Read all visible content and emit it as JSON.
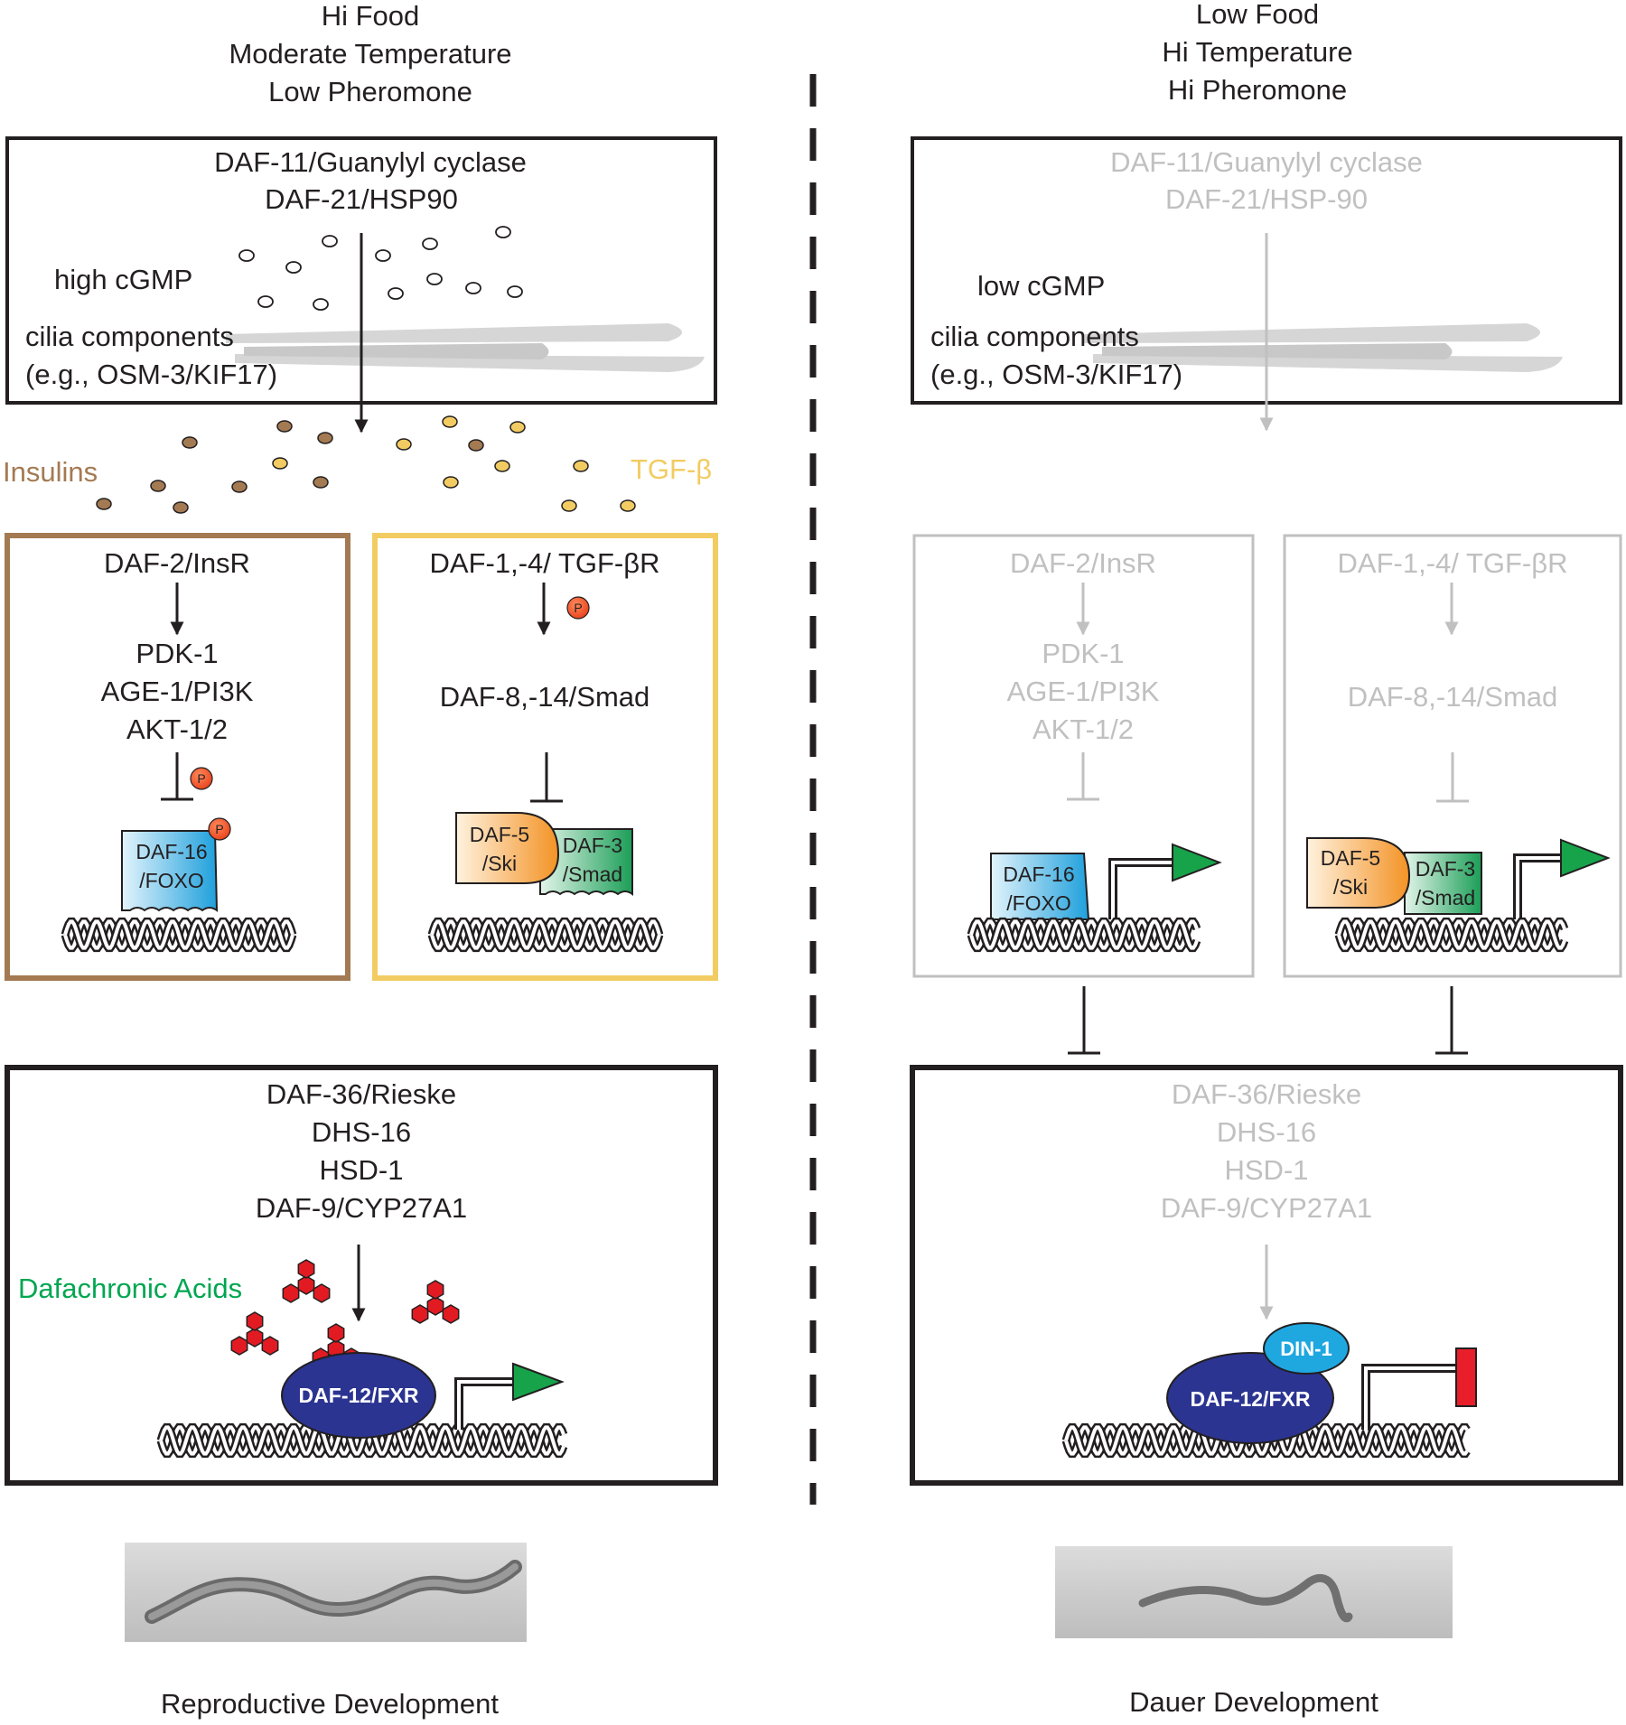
{
  "colors": {
    "black": "#231f20",
    "gray": "#c0c0c0",
    "insulin_brown": "#a47a52",
    "tgf_yellow": "#f2cc62",
    "dafa_green": "#00a651",
    "phospho_red": "#ef4a23",
    "foxo_blue": "#22a9e1",
    "ski_orange": "#f7941d",
    "smad_green": "#1b9e57",
    "fxr_navy": "#2b3491",
    "din_blue": "#1fa7e0",
    "arrow_green": "#17a34a",
    "repressor_red": "#e81f2a"
  },
  "left": {
    "conditions": [
      "Hi Food",
      "Moderate Temperature",
      "Low Pheromone"
    ],
    "sensory": {
      "line1": "DAF-11/Guanylyl cyclase",
      "line2": "DAF-21/HSP90",
      "cgmp": "high cGMP",
      "cilia1": "cilia  components",
      "cilia2": "(e.g., OSM-3/KIF17)"
    },
    "insulins_label": "Insulins",
    "tgf_label": "TGF-β",
    "insulin_box": {
      "receptor": "DAF-2/InsR",
      "kinases": [
        "PDK-1",
        "AGE-1/PI3K",
        "AKT-1/2"
      ],
      "p": "P",
      "tf1": "DAF-16",
      "tf2": "/FOXO"
    },
    "tgf_box": {
      "receptor": "DAF-1,-4/ TGF-βR",
      "p": "P",
      "smad": "DAF-8,-14/Smad",
      "ski1": "DAF-5",
      "ski2": "/Ski",
      "smad3a": "DAF-3",
      "smad3b": "/Smad"
    },
    "steroid_box": {
      "enzymes": [
        "DAF-36/Rieske",
        "DHS-16",
        "HSD-1",
        "DAF-9/CYP27A1"
      ],
      "acids": "Dafachronic Acids",
      "receptor": "DAF-12/FXR"
    },
    "outcome": "Reproductive Development"
  },
  "right": {
    "conditions": [
      "Low Food",
      "Hi Temperature",
      "Hi Pheromone"
    ],
    "sensory": {
      "line1": "DAF-11/Guanylyl cyclase",
      "line2": "DAF-21/HSP-90",
      "cgmp": "low cGMP",
      "cilia1": "cilia  components",
      "cilia2": "(e.g., OSM-3/KIF17)"
    },
    "insulin_box": {
      "receptor": "DAF-2/InsR",
      "kinases": [
        "PDK-1",
        "AGE-1/PI3K",
        "AKT-1/2"
      ],
      "tf1": "DAF-16",
      "tf2": "/FOXO"
    },
    "tgf_box": {
      "receptor": "DAF-1,-4/ TGF-βR",
      "smad": "DAF-8,-14/Smad",
      "ski1": "DAF-5",
      "ski2": "/Ski",
      "smad3a": "DAF-3",
      "smad3b": "/Smad"
    },
    "steroid_box": {
      "enzymes": [
        "DAF-36/Rieske",
        "DHS-16",
        "HSD-1",
        "DAF-9/CYP27A1"
      ],
      "cofactor": "DIN-1",
      "receptor": "DAF-12/FXR"
    },
    "outcome": "Dauer Development"
  }
}
